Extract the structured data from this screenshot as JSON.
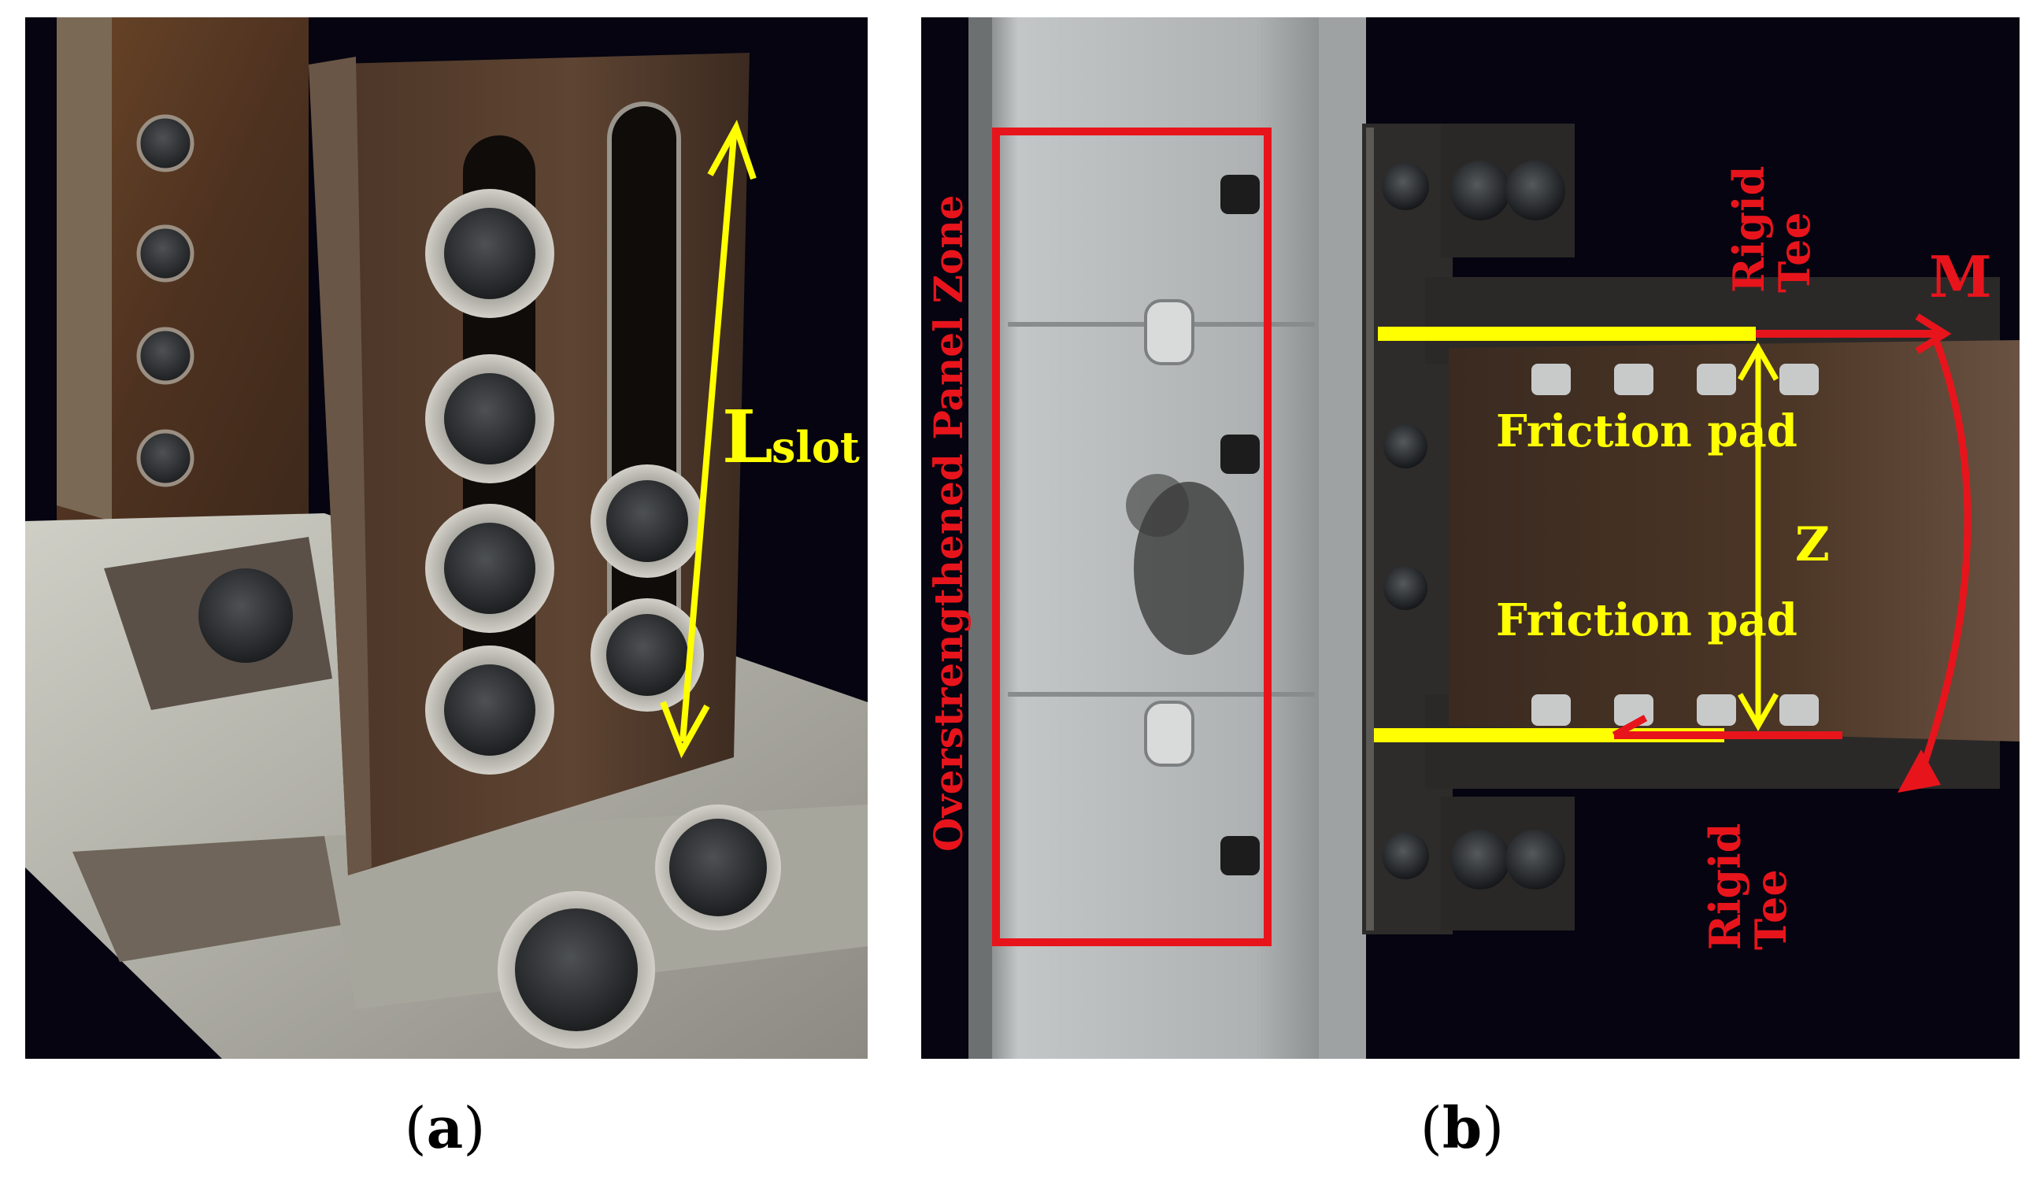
{
  "panel_a": {
    "caption_open": "(",
    "caption_letter": "a",
    "caption_close": ")",
    "label_L": "L",
    "label_slot": "slot"
  },
  "panel_b": {
    "caption_open": "(",
    "caption_letter": "b",
    "caption_close": ")",
    "panel_zone_label": "Overstrengthened Panel Zone",
    "rigid_tee_top_1": "Rigid",
    "rigid_tee_top_2": "Tee",
    "rigid_tee_bottom_1": "Rigid",
    "rigid_tee_bottom_2": "Tee",
    "friction_pad_top": "Friction pad",
    "friction_pad_bottom": "Friction pad",
    "label_Z": "Z",
    "label_M": "M"
  },
  "colors": {
    "background": "#050410",
    "annotation_yellow": "#ffff00",
    "annotation_red": "#e8141c",
    "steel_rust": "#5a3a22",
    "steel_grey": "#b9bcbc"
  }
}
